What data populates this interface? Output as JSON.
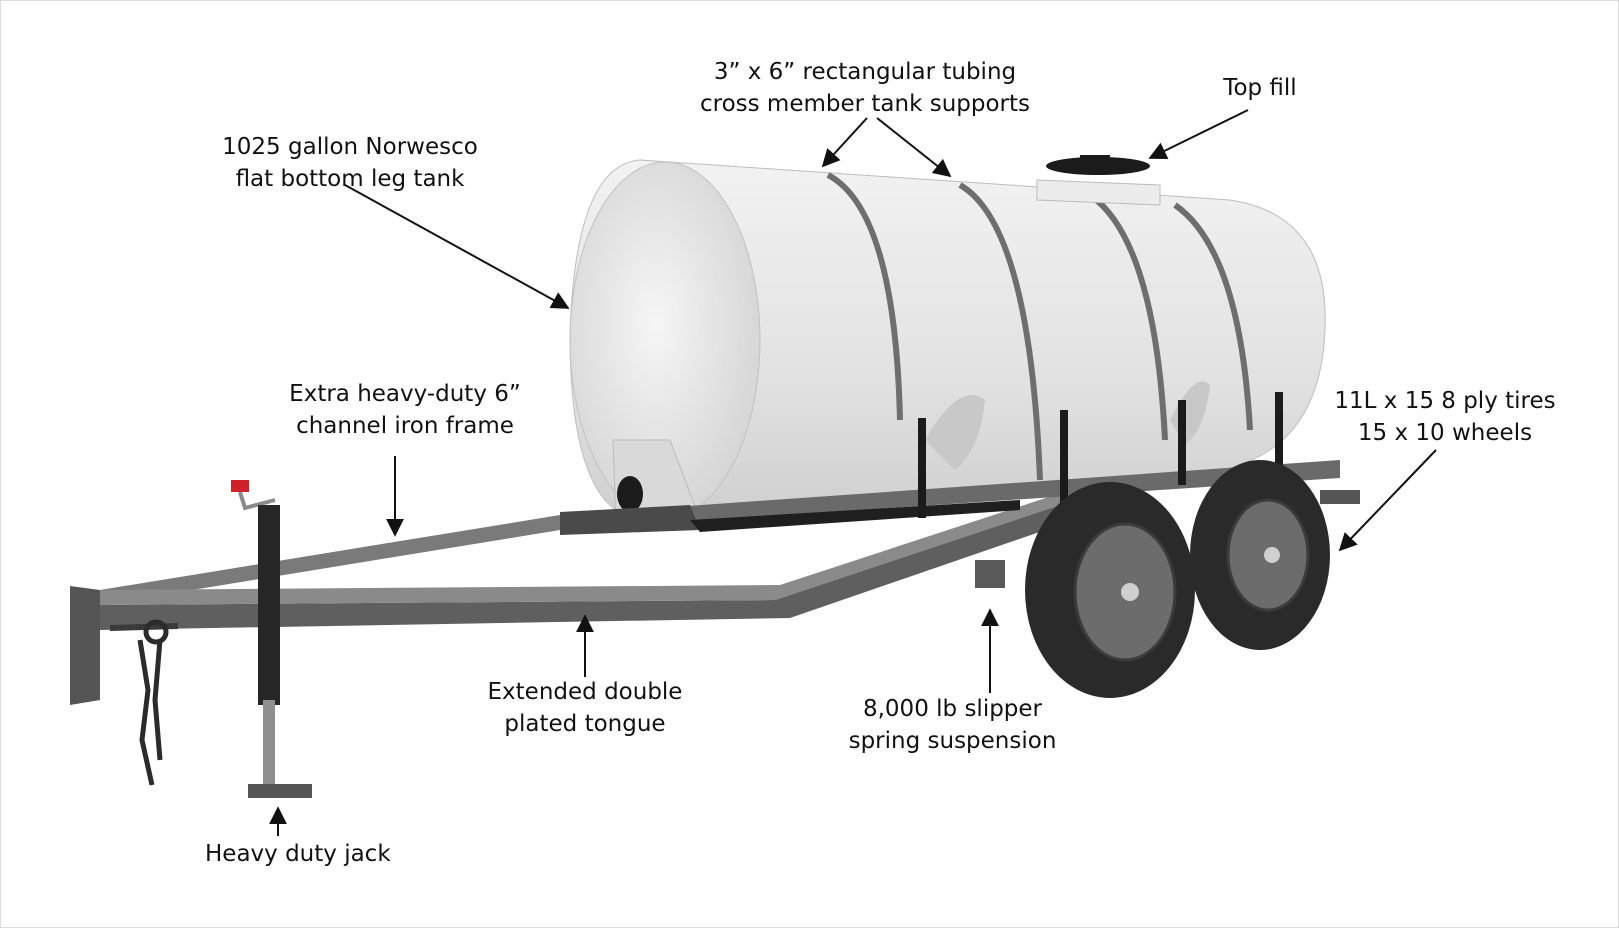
{
  "labels": {
    "tubing": {
      "line1": "3” x 6” rectangular tubing",
      "line2": "cross member tank supports"
    },
    "top_fill": {
      "line1": "Top fill"
    },
    "tank": {
      "line1": "1025 gallon Norwesco",
      "line2": "flat bottom leg tank"
    },
    "frame": {
      "line1": "Extra heavy-duty 6”",
      "line2": "channel iron frame"
    },
    "tires": {
      "line1": "11L x 15 8 ply tires",
      "line2": "15 x 10 wheels"
    },
    "tongue": {
      "line1": "Extended double",
      "line2": "plated tongue"
    },
    "suspension": {
      "line1": "8,000 lb slipper",
      "line2": "spring suspension"
    },
    "jack": {
      "line1": "Heavy duty jack"
    }
  },
  "colors": {
    "tank_body": "#e4e4e4",
    "tank_shadow": "#c9c9c9",
    "frame_metal": "#6e6e6e",
    "tire_rubber": "#2a2a2a",
    "jack_handle": "#d0212a"
  }
}
